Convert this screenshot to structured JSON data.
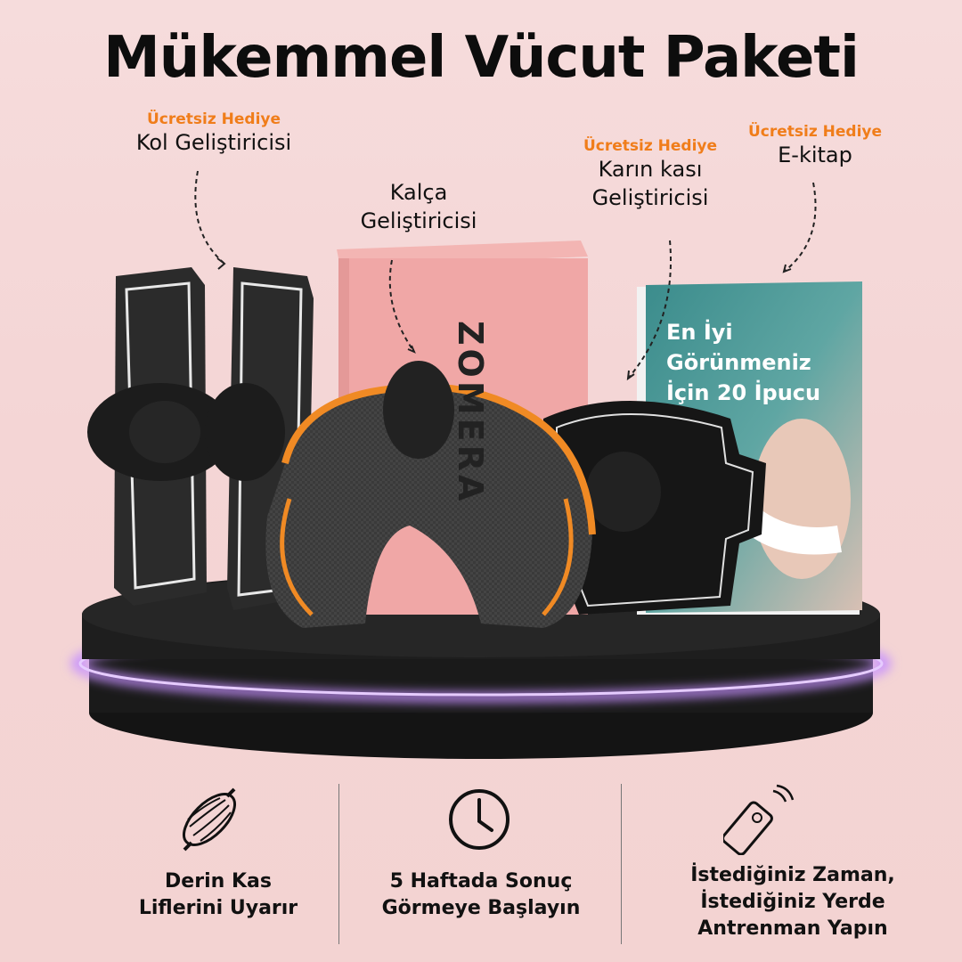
{
  "title": "Mükemmel Vücut Paketi",
  "labels": {
    "kol": {
      "gift": "Ücretsiz Hediye",
      "name": "Kol Geliştiricisi"
    },
    "kalca": {
      "line1": "Kalça",
      "line2": "Geliştiricisi"
    },
    "karin": {
      "gift": "Ücretsiz Hediye",
      "line1": "Karın kası",
      "line2": "Geliştiricisi"
    },
    "ekitap": {
      "gift": "Ücretsiz Hediye",
      "name": "E-kitap"
    }
  },
  "book": {
    "line1": "En İyi",
    "line2": "Görünmeniz",
    "line3": "İçin 20 İpucu"
  },
  "box_brand": "ZOMERA",
  "features": [
    {
      "line1": "Derin Kas",
      "line2": "Liflerini Uyarır",
      "icon": "muscle-icon"
    },
    {
      "line1": "5 Haftada Sonuç",
      "line2": "Görmeye Başlayın",
      "icon": "clock-icon"
    },
    {
      "line1": "İstediğiniz Zaman,",
      "line2": "İstediğiniz Yerde",
      "line3": "Antrenman Yapın",
      "icon": "remote-icon"
    }
  ],
  "colors": {
    "accent": "#f07d1a",
    "glow": "#b57cff",
    "background": "#f4d5d5"
  }
}
